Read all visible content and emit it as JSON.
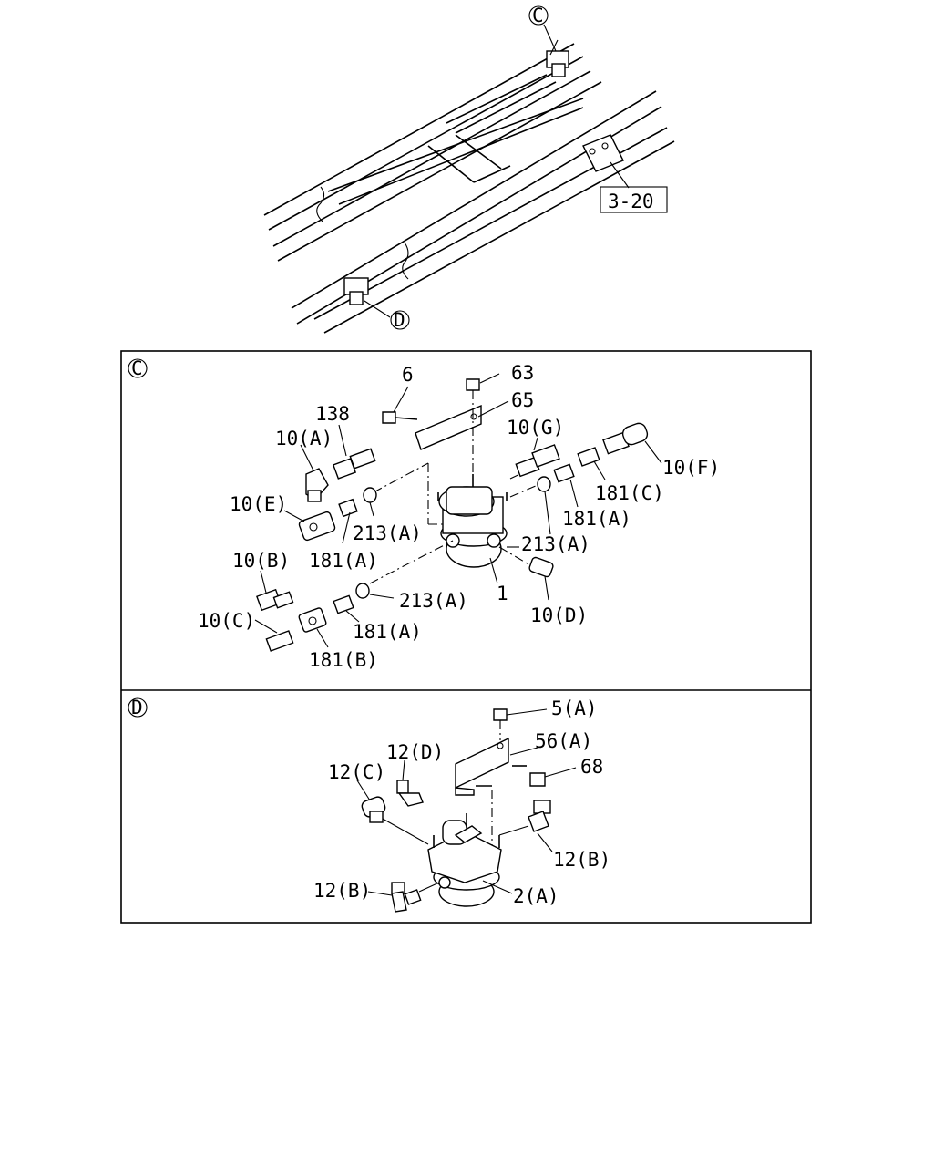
{
  "overview": {
    "callout_c": "C",
    "callout_d": "D",
    "ref_box": "3-20"
  },
  "panel_c": {
    "tag": "C",
    "labels": {
      "p6": "6",
      "p63": "63",
      "p65": "65",
      "p138": "138",
      "p10a": "10(A)",
      "p10g": "10(G)",
      "p10f": "10(F)",
      "p181c": "181(C)",
      "p181a_right": "181(A)",
      "p10e": "10(E)",
      "p213a_left": "213(A)",
      "p181a_left": "181(A)",
      "p213a_right": "213(A)",
      "p10b": "10(B)",
      "p213a_bottom": "213(A)",
      "p1": "1",
      "p10d": "10(D)",
      "p10c": "10(C)",
      "p181a_bottom": "181(A)",
      "p181b": "181(B)"
    }
  },
  "panel_d": {
    "tag": "D",
    "labels": {
      "p5a": "5(A)",
      "p12d": "12(D)",
      "p56a": "56(A)",
      "p12c": "12(C)",
      "p68": "68",
      "p12b_right": "12(B)",
      "p12b_left": "12(B)",
      "p2a": "2(A)"
    }
  }
}
